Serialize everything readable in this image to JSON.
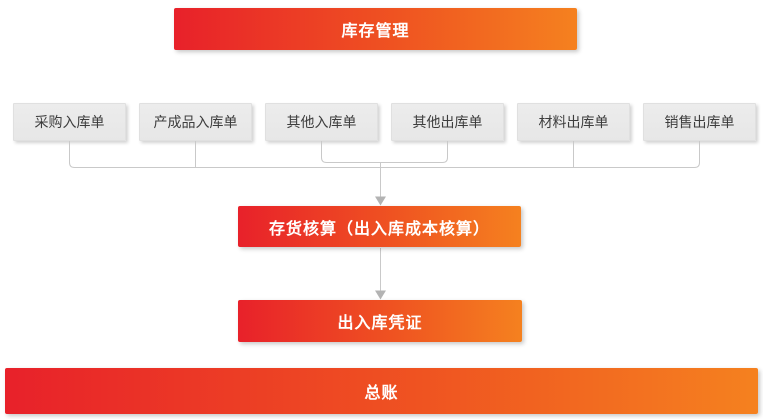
{
  "diagram": {
    "title": {
      "label": "库存管理"
    },
    "source_documents": [
      {
        "label": "采购入库单"
      },
      {
        "label": "产成品入库单"
      },
      {
        "label": "其他入库单"
      },
      {
        "label": "其他出库单"
      },
      {
        "label": "材料出库单"
      },
      {
        "label": "销售出库单"
      }
    ],
    "inventory_accounting": {
      "label": "存货核算（出入库成本核算）"
    },
    "voucher": {
      "label": "出入库凭证"
    },
    "general_ledger": {
      "label": "总账"
    },
    "flow": [
      "source_documents -> inventory_accounting",
      "inventory_accounting -> voucher"
    ],
    "colors": {
      "gradient_start": "#e8212a",
      "gradient_end": "#f5811f",
      "doc_box_fill": "#e9e9e9",
      "doc_box_text": "#3d3d3d",
      "connector_line": "#c9c9c9",
      "arrowhead": "#b3b3b3",
      "banner_text": "#ffffff",
      "background": "#ffffff"
    }
  }
}
